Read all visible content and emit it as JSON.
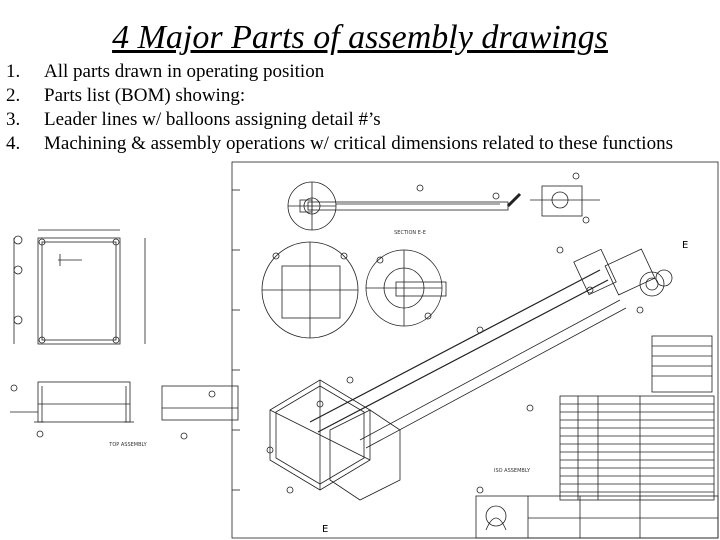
{
  "slide": {
    "title": "4 Major Parts of assembly drawings",
    "items": [
      {
        "num": "1.",
        "text": "All parts drawn in operating position"
      },
      {
        "num": "2.",
        "text": "Parts list (BOM) showing:"
      },
      {
        "num": "3.",
        "text": "Leader lines w/ balloons assigning detail #’s"
      },
      {
        "num": "4.",
        "text": "Machining & assembly operations w/ critical dimensions related to these functions"
      }
    ]
  },
  "drawing": {
    "section_label": "SECTION E-E",
    "left_view_label": "TOP ASSEMBLY",
    "main_view_label": "ISO ASSEMBLY",
    "view_mark": "E"
  }
}
